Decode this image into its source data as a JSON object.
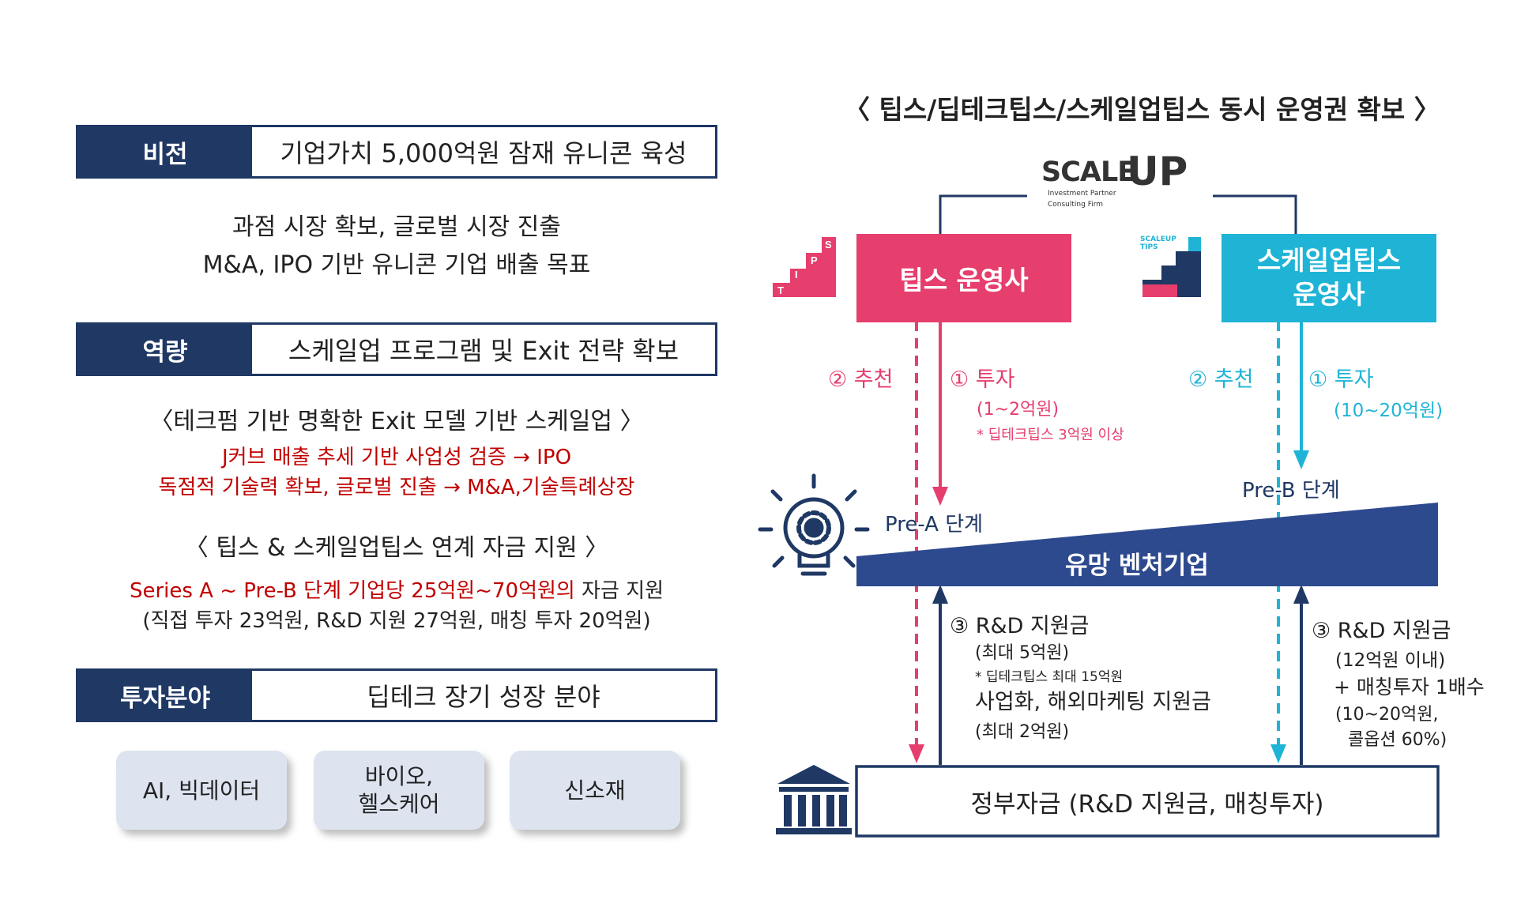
{
  "left": {
    "vision": {
      "label": "비전",
      "value": "기업가치 5,000억원 잠재 유니콘 육성"
    },
    "vision_desc": [
      "과점 시장 확보, 글로벌 시장 진출",
      "M&A, IPO 기반 유니콘 기업 배출 목표"
    ],
    "capability": {
      "label": "역량",
      "value": "스케일업 프로그램 및 Exit 전략 확보"
    },
    "exit_title": "〈테크펌 기반 명확한 Exit 모델 기반 스케일업 〉",
    "exit_lines": [
      "J커브 매출 추세 기반 사업성 검증  →  IPO",
      "독점적 기술력 확보, 글로벌 진출  →  M&A,기술특례상장"
    ],
    "link_title": "〈 팁스 & 스케일업팁스  연계 자금 지원 〉",
    "link_red": "Series A ~ Pre-B 단계 기업당 25억원~70억원의",
    "link_black": " 자금 지원",
    "link_sub": "(직접 투자 23억원, R&D 지원 27억원, 매칭 투자 20억원)",
    "invest": {
      "label": "투자분야",
      "value": "딥테크 장기 성장 분야"
    },
    "fields": [
      "AI, 빅데이터",
      "바이오,\n헬스케어",
      "신소재"
    ]
  },
  "right": {
    "title": "〈 팁스/딥테크팁스/스케일업팁스  동시 운영권 확보 〉",
    "logo": {
      "word": "SCALE",
      "letter": "UP",
      "sub1": "Investment Partner",
      "sub2": "Consulting Firm"
    },
    "tips_operator": "팁스 운영사",
    "tips_badge": [
      "T",
      "I",
      "P",
      "S"
    ],
    "scaleup_operator": "스케일업팁스\n운영사",
    "scaleup_badge": "SCALEUP\nTIPS",
    "left_recommend": "② 추천",
    "left_invest": "① 투자",
    "left_invest_amt": "(1~2억원)",
    "left_invest_note": "* 딥테크팁스 3억원 이상",
    "right_recommend": "② 추천",
    "right_invest": "① 투자",
    "right_invest_amt": "(10~20억원)",
    "pre_a": "Pre-A 단계",
    "pre_b": "Pre-B 단계",
    "venture": "유망 벤처기업",
    "left_rd": "③ R&D 지원금",
    "left_rd_amt": "(최대 5억원)",
    "left_rd_note": "* 딥테크팁스 최대 15억원",
    "left_biz": "사업화, 해외마케팅 지원금",
    "left_biz_amt": "(최대 2억원)",
    "right_rd": "③ R&D 지원금",
    "right_rd_amt": "(12억원 이내)",
    "right_match": "+ 매칭투자 1배수",
    "right_match_amt": "(10~20억원,",
    "right_match_note": "콜옵션 60%)",
    "gov": "정부자금 (R&D 지원금, 매칭투자)",
    "colors": {
      "navy": "#1f3864",
      "pink": "#e63e6d",
      "cyan": "#1fb4d6",
      "red": "#c00000"
    },
    "icons": [
      "lightbulb-gear-icon",
      "bank-icon",
      "up-arrow-logo-icon"
    ]
  }
}
